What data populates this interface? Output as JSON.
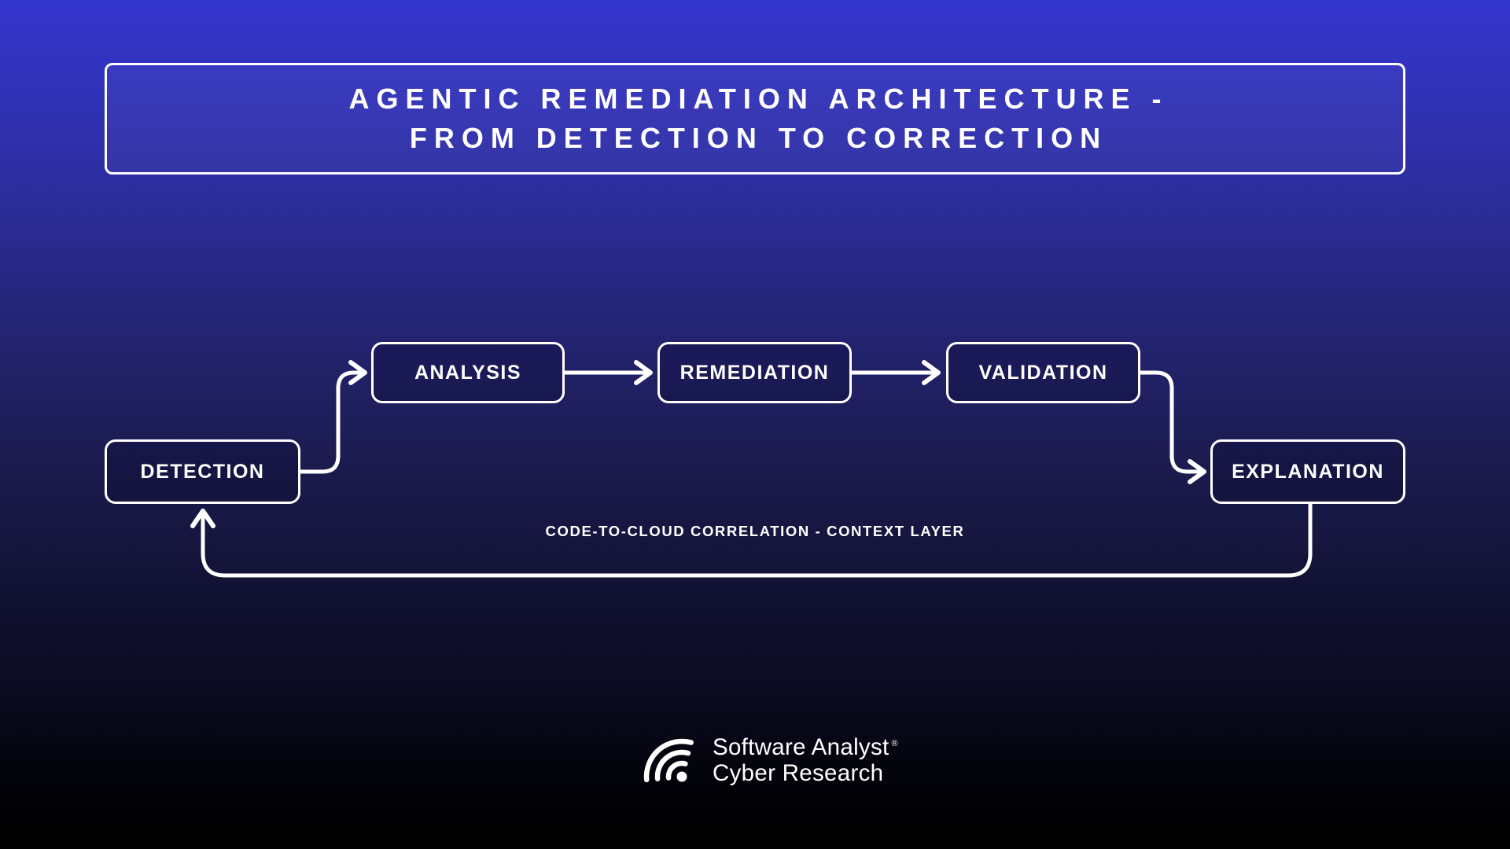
{
  "title": {
    "line1": "AGENTIC REMEDIATION ARCHITECTURE -",
    "line2": "FROM DETECTION TO CORRECTION"
  },
  "flow": {
    "nodes": [
      {
        "id": "detection",
        "label": "DETECTION"
      },
      {
        "id": "analysis",
        "label": "ANALYSIS"
      },
      {
        "id": "remediation",
        "label": "REMEDIATION"
      },
      {
        "id": "validation",
        "label": "VALIDATION"
      },
      {
        "id": "explanation",
        "label": "EXPLANATION"
      }
    ],
    "connections": [
      {
        "from": "detection",
        "to": "analysis"
      },
      {
        "from": "analysis",
        "to": "remediation"
      },
      {
        "from": "remediation",
        "to": "validation"
      },
      {
        "from": "validation",
        "to": "explanation"
      },
      {
        "from": "explanation",
        "to": "detection"
      }
    ],
    "context_layer_label": "CODE-TO-CLOUD CORRELATION - CONTEXT LAYER"
  },
  "logo": {
    "icon": "signal-arcs-icon",
    "line1": "Software Analyst",
    "registered": "®",
    "line2": "Cyber Research"
  },
  "colors": {
    "background_top": "#3435cd",
    "background_bottom": "#000000",
    "stroke": "#ffffff",
    "node_fill": "rgba(10,10,45,0.30)"
  }
}
